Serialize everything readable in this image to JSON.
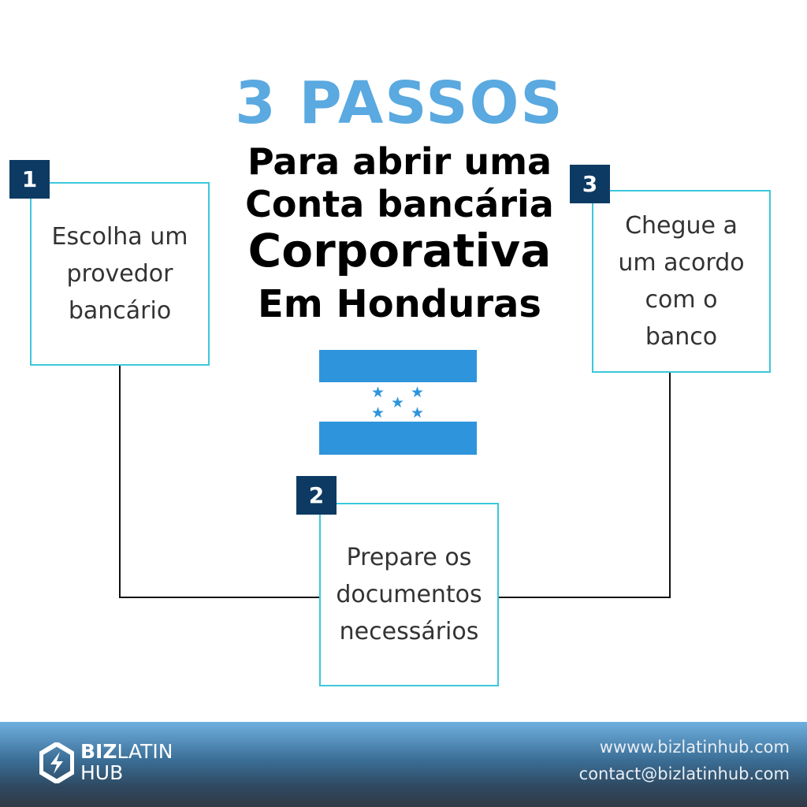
{
  "header": {
    "title": "3 PASSOS",
    "subtitle_lines": [
      "Para abrir uma",
      "Conta bancária",
      "Corporativa",
      "Em Honduras"
    ]
  },
  "steps": [
    {
      "number": "1",
      "text": "Escolha um provedor bancário"
    },
    {
      "number": "2",
      "text": "Prepare os documentos necessários"
    },
    {
      "number": "3",
      "text": "Chegue a um acordo com o banco"
    }
  ],
  "flag": {
    "stripe_color": "#2e95dc",
    "icon": "honduras-flag"
  },
  "footer": {
    "logo_bold": "BIZ",
    "logo_light": "LATIN",
    "logo_line2": "HUB",
    "website": "wwww.bizlatinhub.com",
    "email": "contact@bizlatinhub.com"
  },
  "colors": {
    "accent": "#5aa9e0",
    "badge": "#0d3a63",
    "box_border": "#3cc7dc"
  }
}
